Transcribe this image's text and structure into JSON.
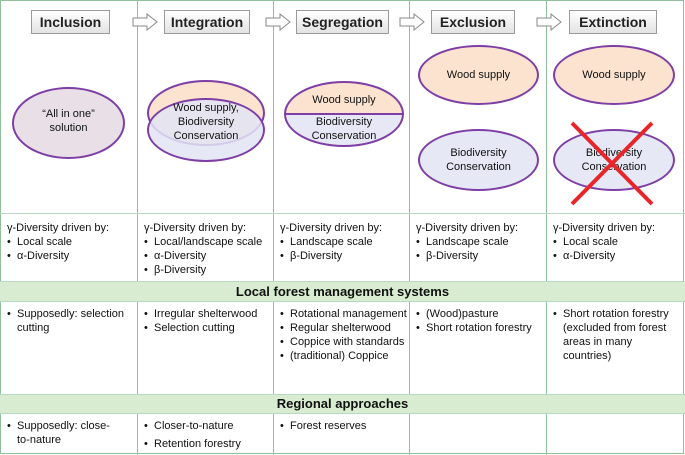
{
  "stages": [
    {
      "label": "Inclusion"
    },
    {
      "label": "Integration"
    },
    {
      "label": "Segregation"
    },
    {
      "label": "Exclusion"
    },
    {
      "label": "Extinction"
    }
  ],
  "ellipses": {
    "inclusion": "“All in one” solution",
    "integration": "Wood supply, Biodiversity Conservation",
    "segregation_top": "Wood supply",
    "segregation_bottom": "Biodiversity Conservation",
    "exclusion_top": "Wood supply",
    "exclusion_bottom": "Biodiversity Conservation",
    "extinction_top": "Wood supply",
    "extinction_bottom": "Biodiversity Conservation"
  },
  "gamma_heading": "γ-Diversity driven by:",
  "gamma": [
    [
      "Local scale",
      "α-Diversity"
    ],
    [
      "Local/landscape scale",
      "α-Diversity",
      "β-Diversity"
    ],
    [
      "Landscape scale",
      "β-Diversity"
    ],
    [
      "Landscape scale",
      "β-Diversity"
    ],
    [
      "Local scale",
      "α-Diversity"
    ]
  ],
  "band_local": "Local forest management systems",
  "local": [
    [
      "Supposedly: selection cutting"
    ],
    [
      "Irregular shelterwood",
      "Selection cutting"
    ],
    [
      "Rotational management",
      "Regular shelterwood",
      "Coppice with standards",
      "(traditional) Coppice"
    ],
    [
      "(Wood)pasture",
      "Short rotation forestry"
    ],
    [
      "Short rotation forestry (excluded from forest areas in many countries)"
    ]
  ],
  "band_regional": "Regional approaches",
  "regional": [
    [
      "Supposedly: close-to-nature"
    ],
    [
      "Closer-to-nature",
      "Retention forestry"
    ],
    [
      "Forest reserves"
    ],
    [],
    []
  ],
  "colors": {
    "grid": "#8fbf9c",
    "band": "#d7ecd0",
    "wood_fill": "#fbe3cf",
    "biodiv_fill": "#e6e8f5",
    "neutral_fill": "#e8e0e6",
    "ellipse_stroke": "#7e3ea6",
    "cross": "#e8262a"
  }
}
